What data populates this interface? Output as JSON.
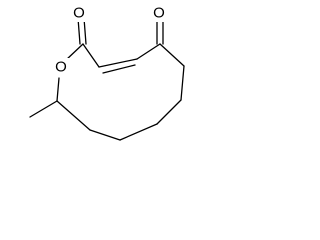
{
  "molecule": {
    "atom_labels": {
      "ring_oxygen": "O",
      "ester_carbonyl_oxygen": "O",
      "ketone_carbonyl_oxygen": "O"
    },
    "bond_color": "#000000",
    "background": "#ffffff"
  }
}
